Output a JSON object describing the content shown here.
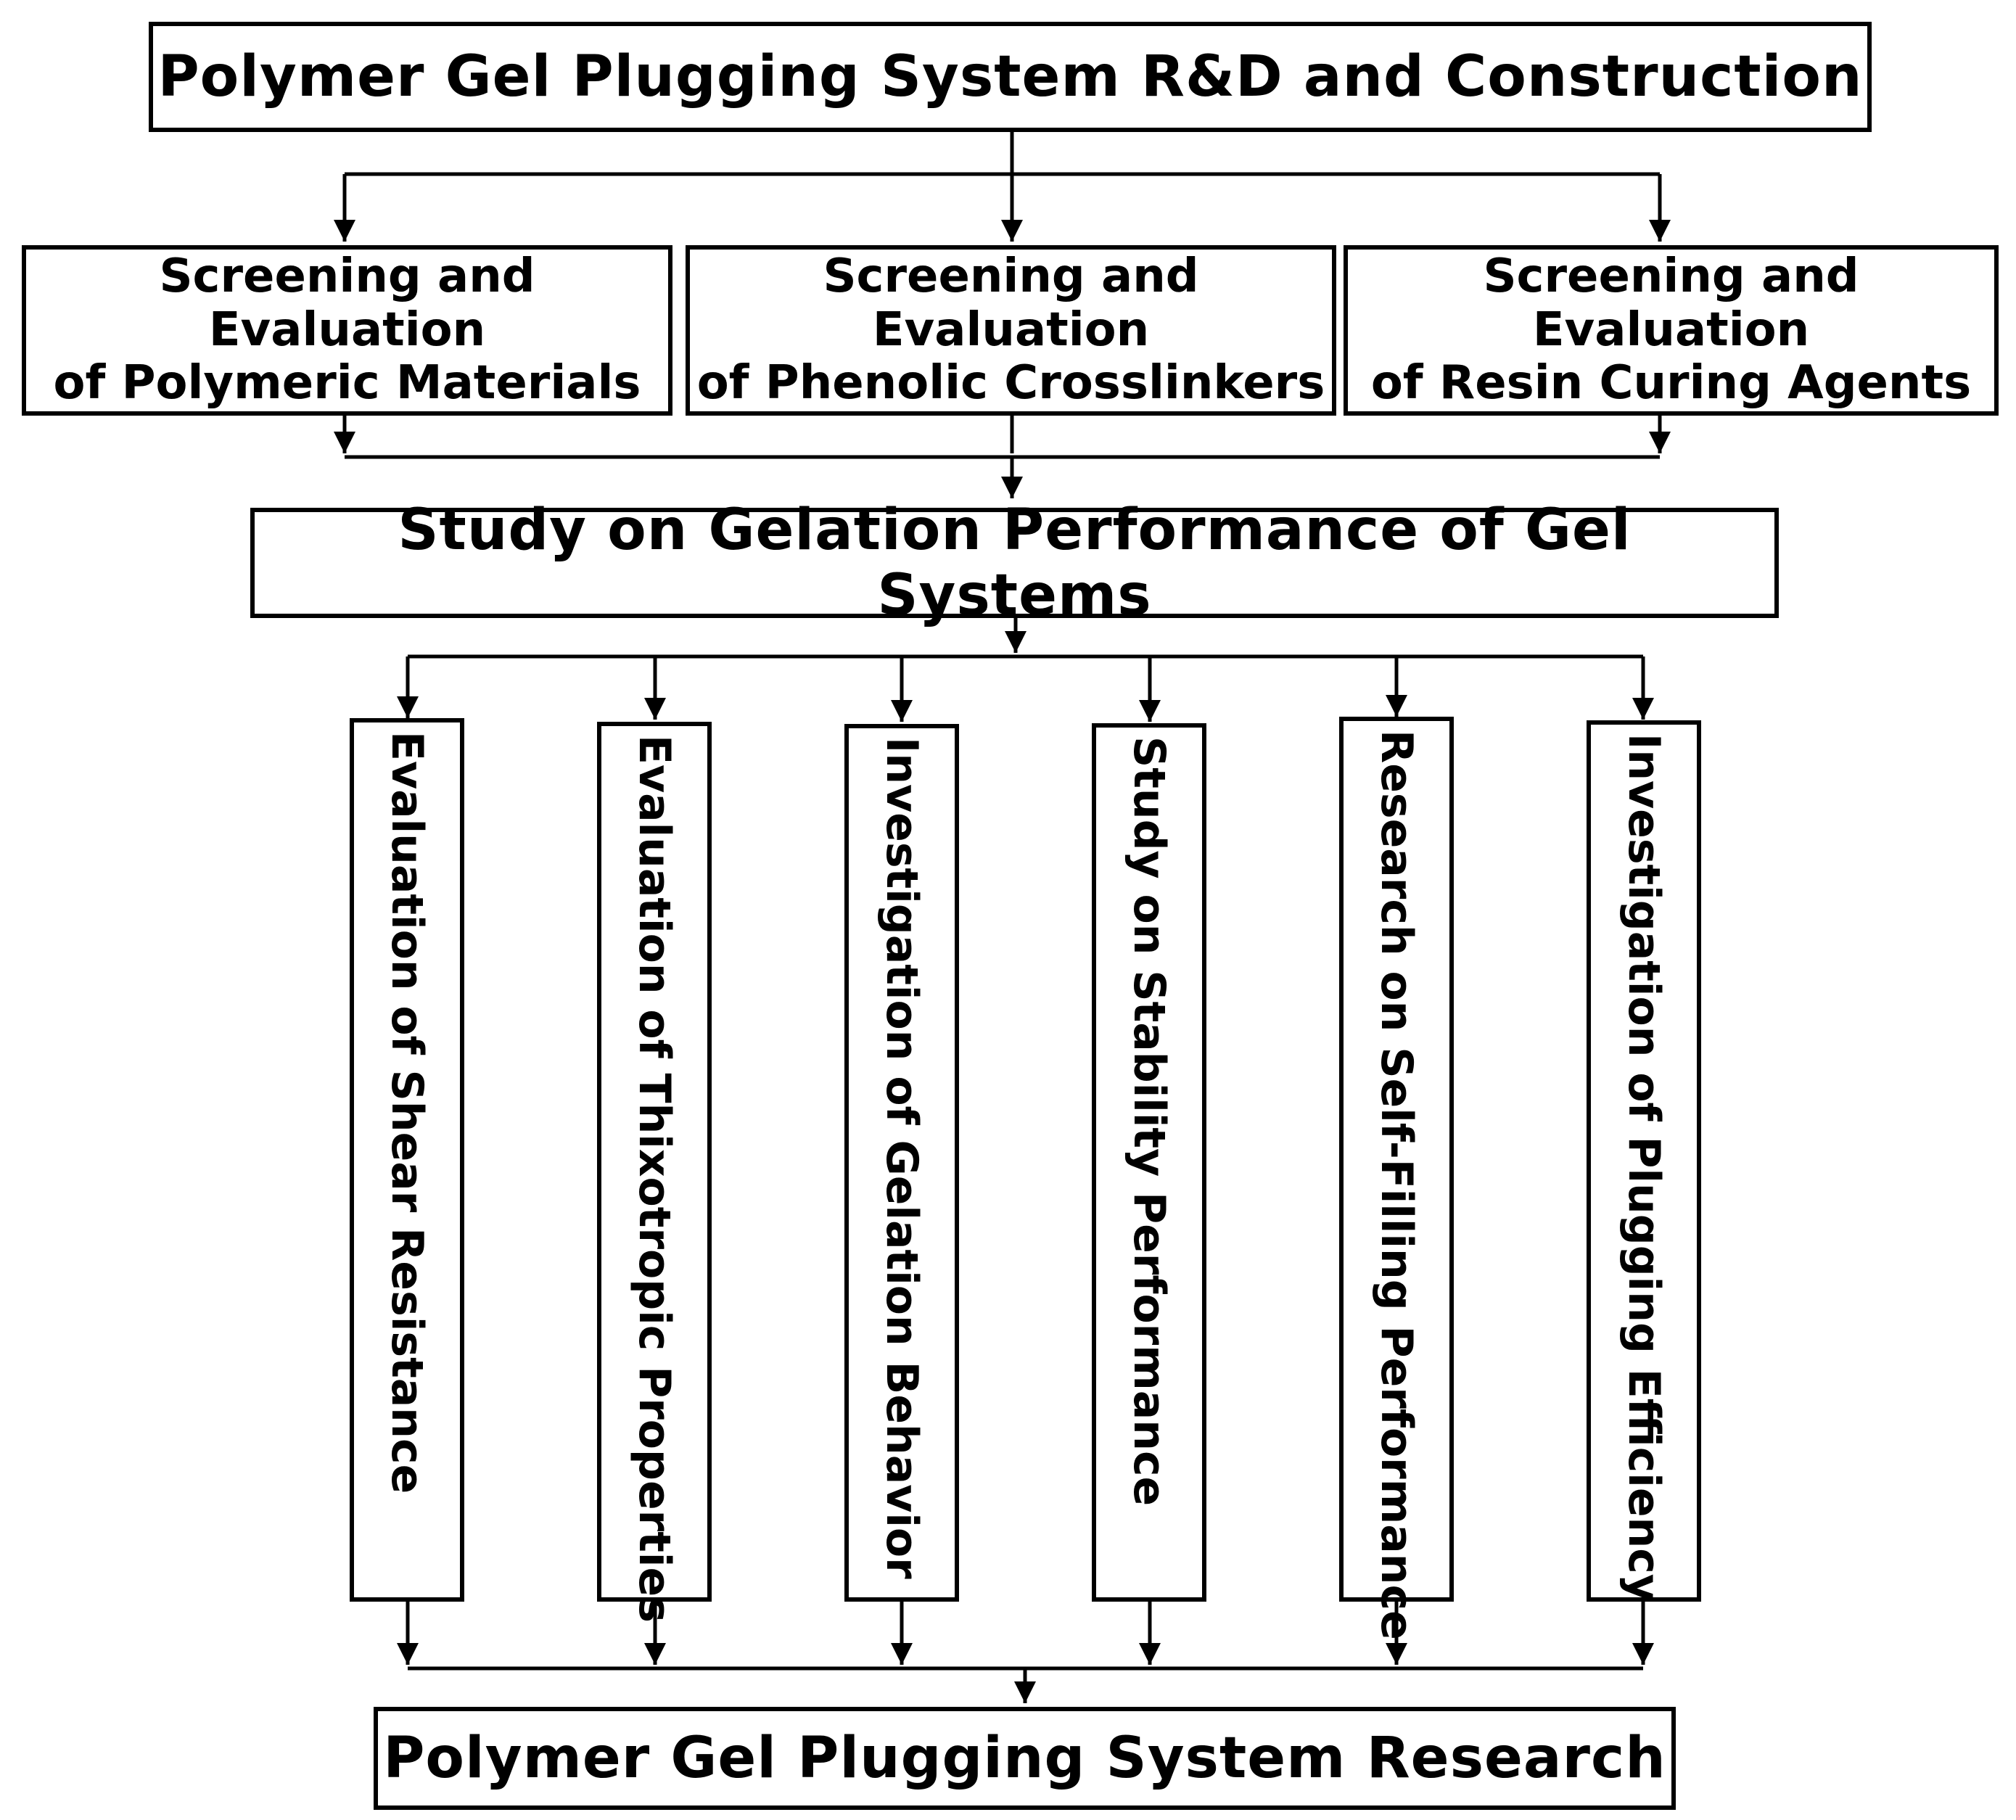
{
  "top": {
    "title": "Polymer Gel Plugging System R&D and Construction"
  },
  "screening": [
    {
      "line1": "Screening and Evaluation",
      "line2": "of Polymeric Materials"
    },
    {
      "line1": "Screening and Evaluation",
      "line2": "of Phenolic Crosslinkers"
    },
    {
      "line1": "Screening and Evaluation",
      "line2": "of Resin Curing Agents"
    }
  ],
  "gelation": {
    "title": "Study on Gelation Performance of Gel Systems"
  },
  "studies": [
    {
      "label": "Evaluation of Shear Resistance"
    },
    {
      "label": "Evaluation of Thixotropic Properties"
    },
    {
      "label": "Investigation of Gelation Behavior"
    },
    {
      "label": "Study on Stability Performance"
    },
    {
      "label": "Research on Self-Filling Performance"
    },
    {
      "label": "Investigation of Plugging Efficiency"
    }
  ],
  "bottom": {
    "title": "Polymer Gel Plugging System Research"
  }
}
